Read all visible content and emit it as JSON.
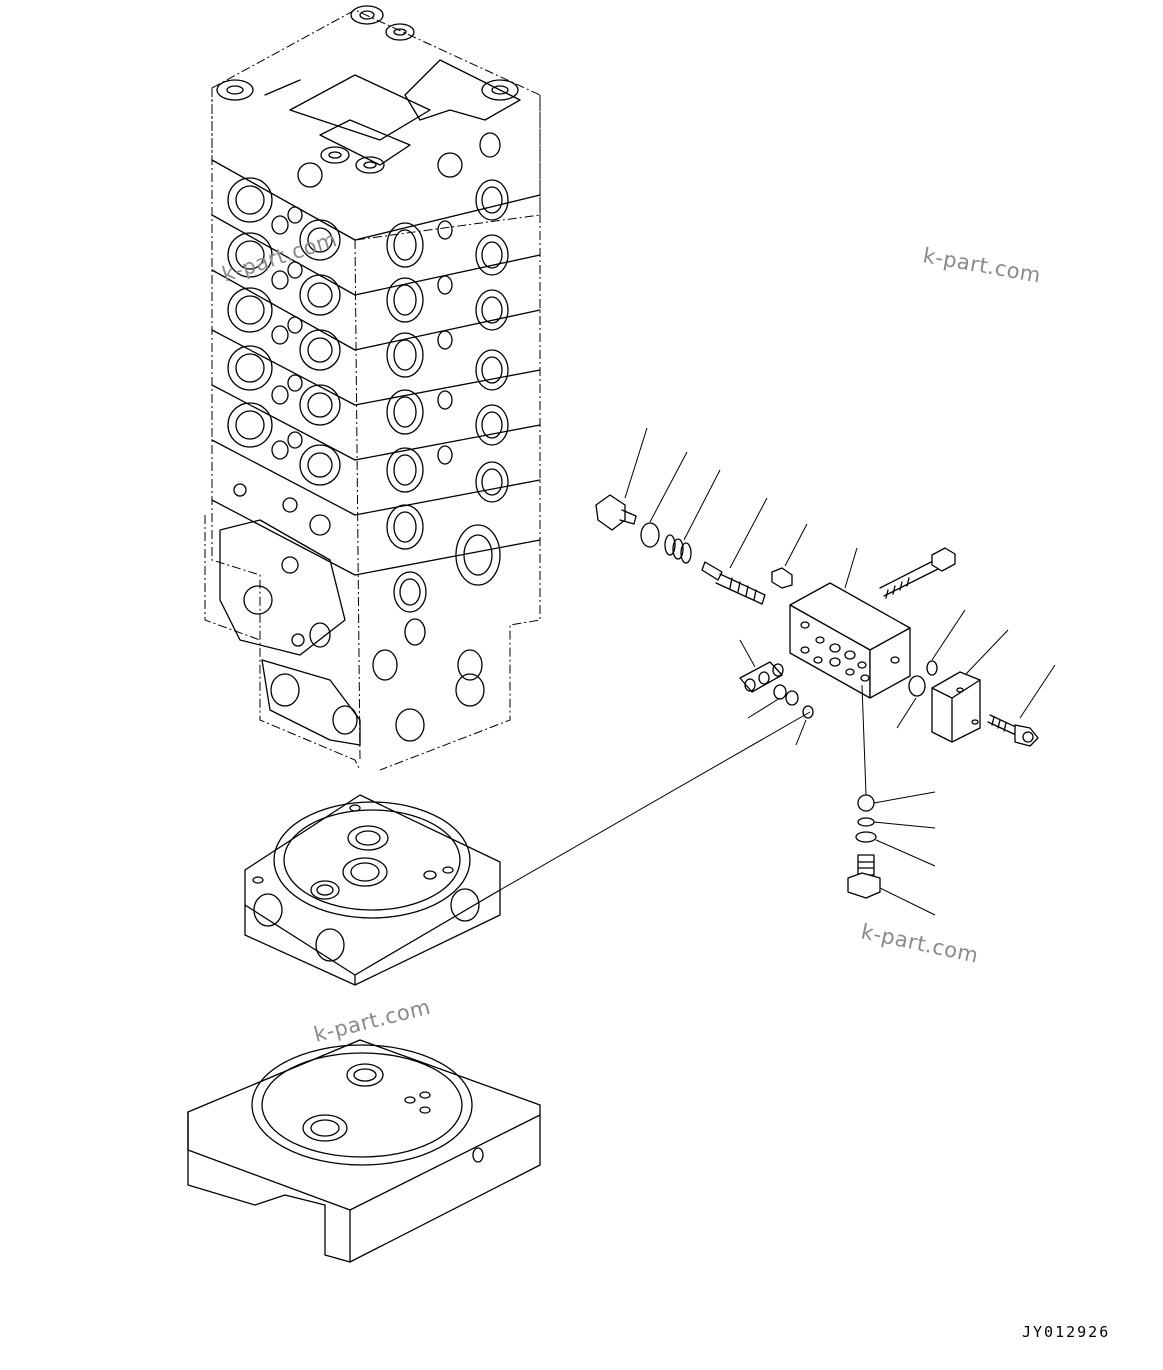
{
  "watermarks": [
    "k-part.com",
    "k-part.com",
    "k-part.com",
    "k-part.com"
  ],
  "drawing_code": "JY012926"
}
